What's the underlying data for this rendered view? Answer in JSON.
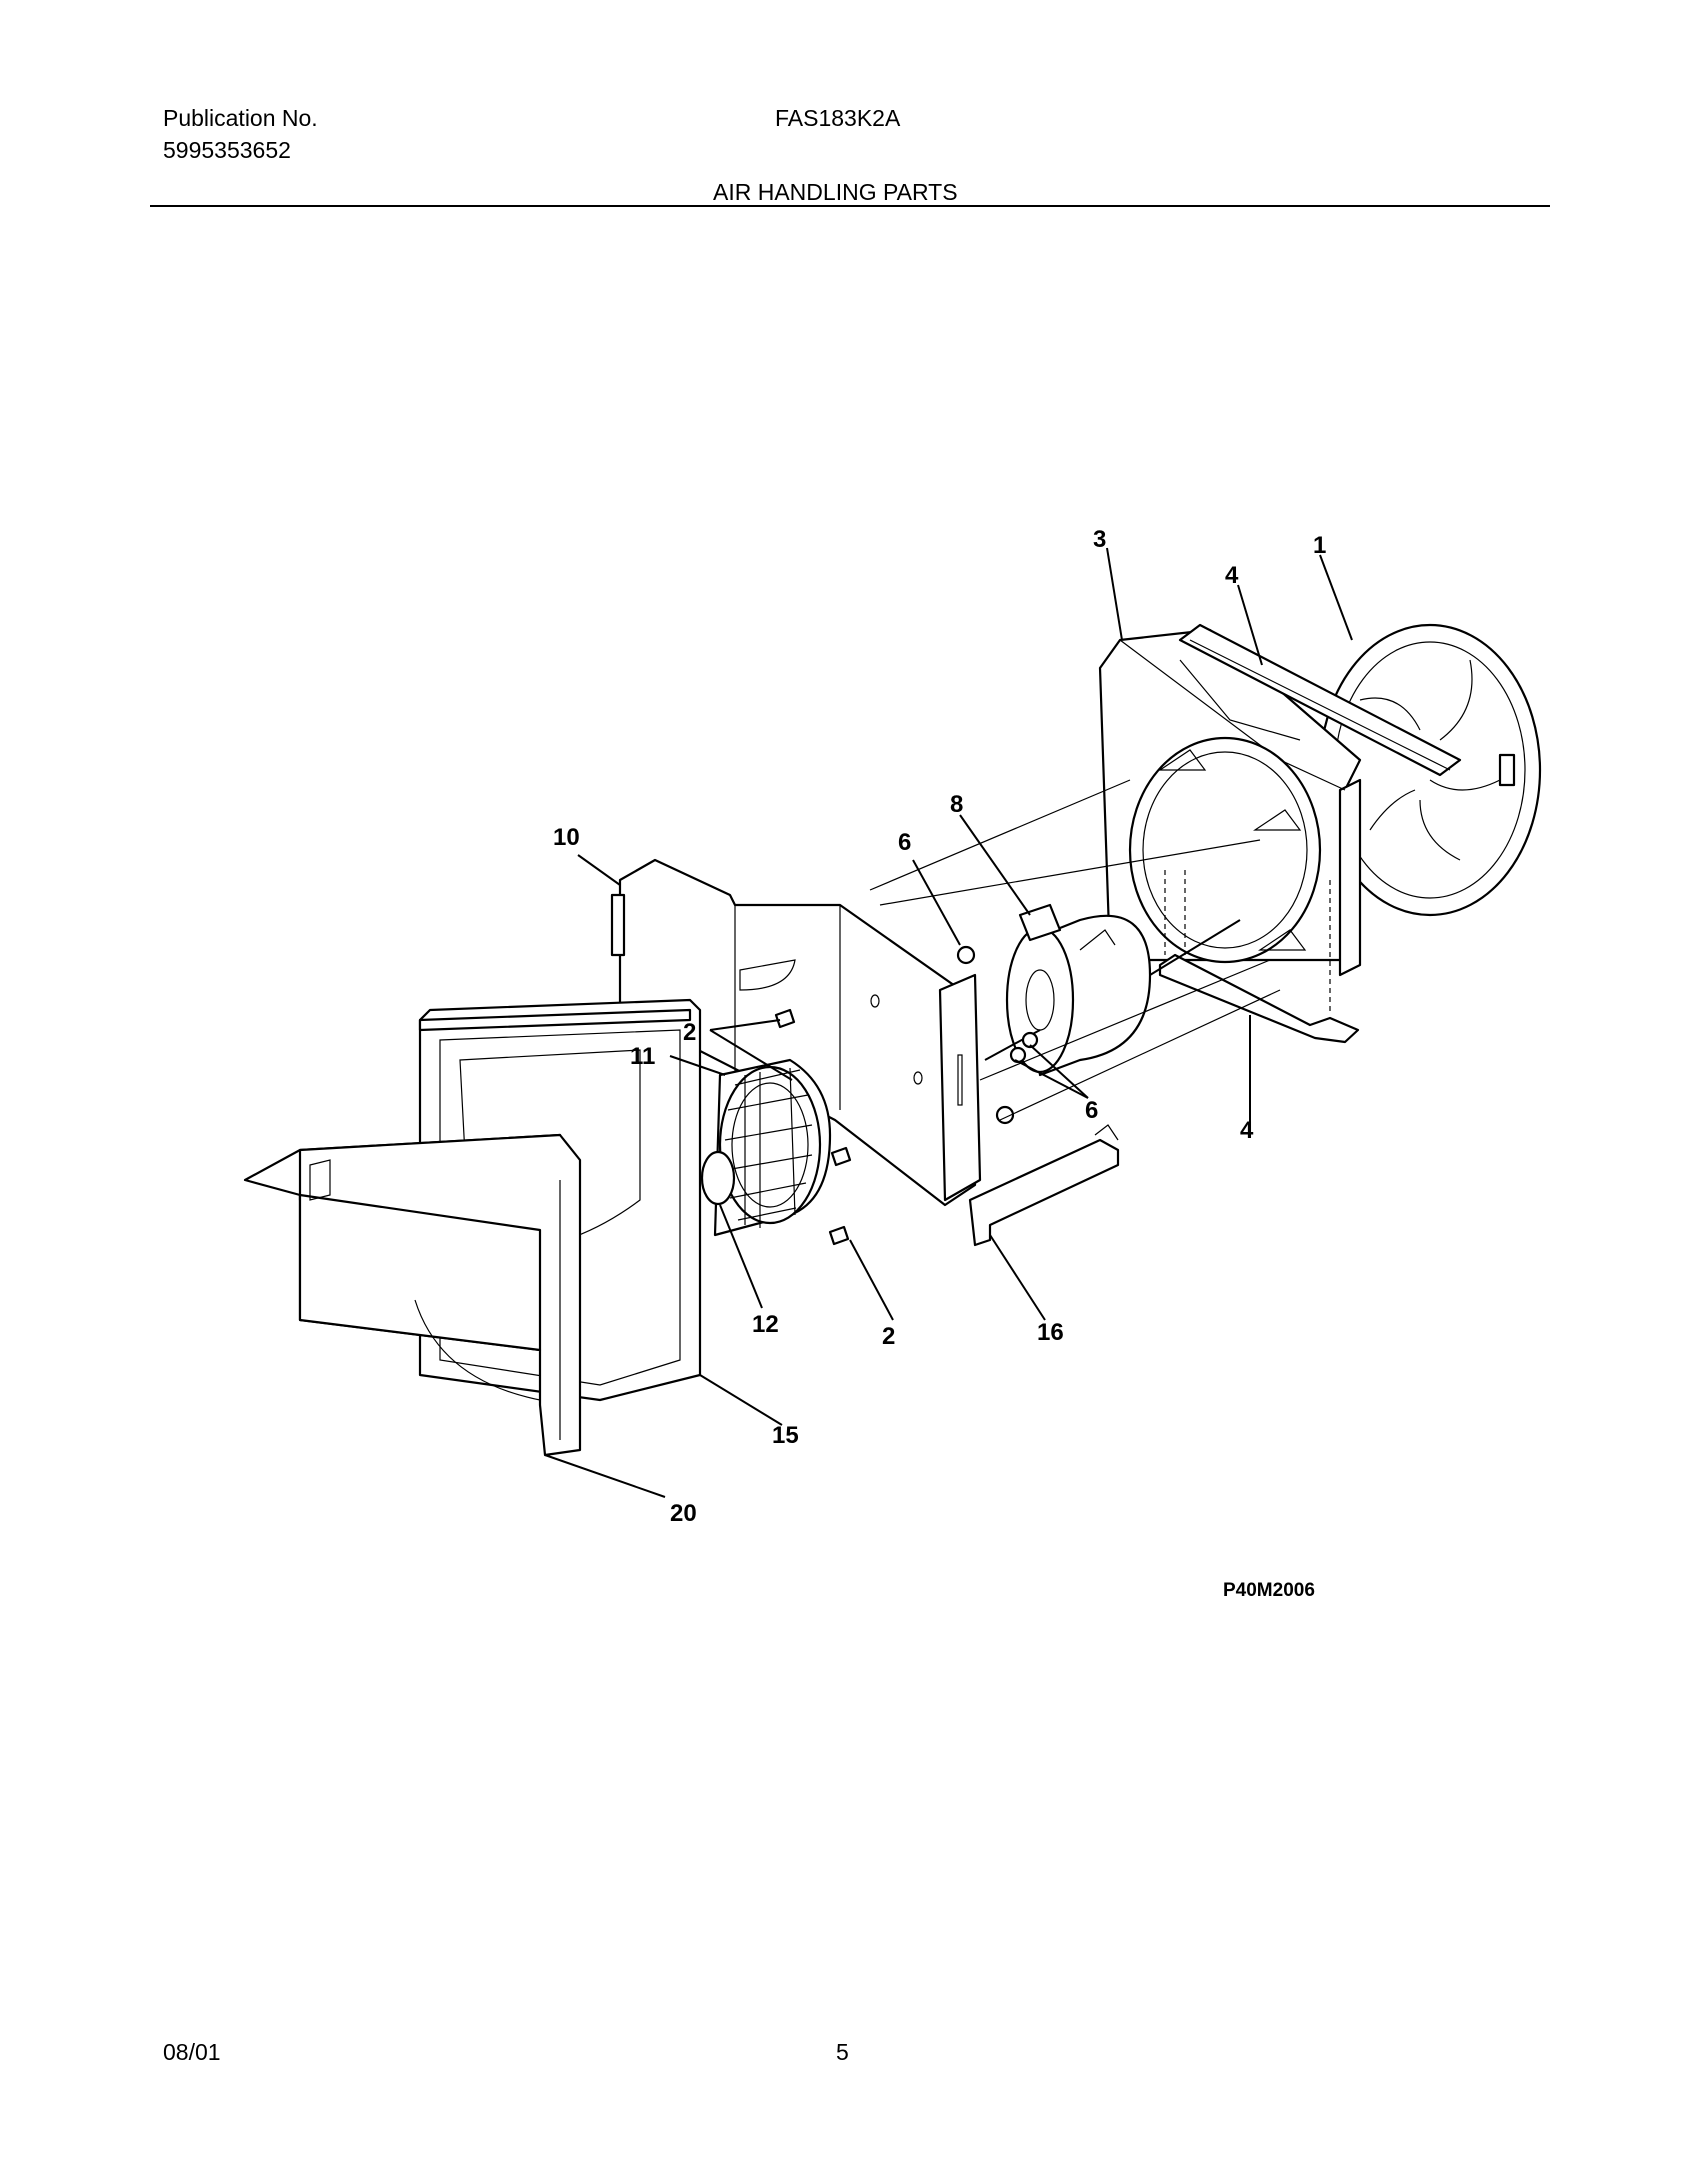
{
  "header": {
    "publication_label": "Publication No.",
    "publication_number": "5995353652",
    "model": "FAS183K2A",
    "section_title": "AIR HANDLING PARTS"
  },
  "diagram": {
    "figure_code": "P40M2006",
    "callouts": {
      "c1": "1",
      "c3": "3",
      "c4_top": "4",
      "c4_bottom": "4",
      "c8": "8",
      "c6_top": "6",
      "c6_bottom": "6",
      "c10": "10",
      "c2_left": "2",
      "c2_bottom": "2",
      "c11": "11",
      "c12": "12",
      "c16": "16",
      "c15": "15",
      "c20": "20"
    }
  },
  "footer": {
    "date": "08/01",
    "page_number": "5"
  }
}
